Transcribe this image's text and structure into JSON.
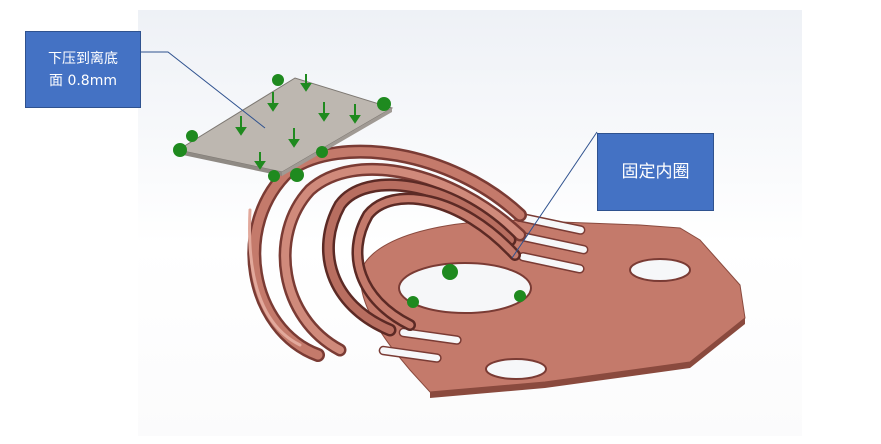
{
  "callouts": {
    "press": {
      "line1": "下压到离底",
      "line2": "面 0.8mm"
    },
    "fixed": {
      "text": "固定内圈"
    }
  },
  "colors": {
    "copper": "#c47a6b",
    "copper_dark": "#7a3b34",
    "copper_light": "#e2a99c",
    "plate": "#b7b1aa",
    "load_arrow": "#1f8a1f",
    "callout_fill": "#4472c4"
  }
}
